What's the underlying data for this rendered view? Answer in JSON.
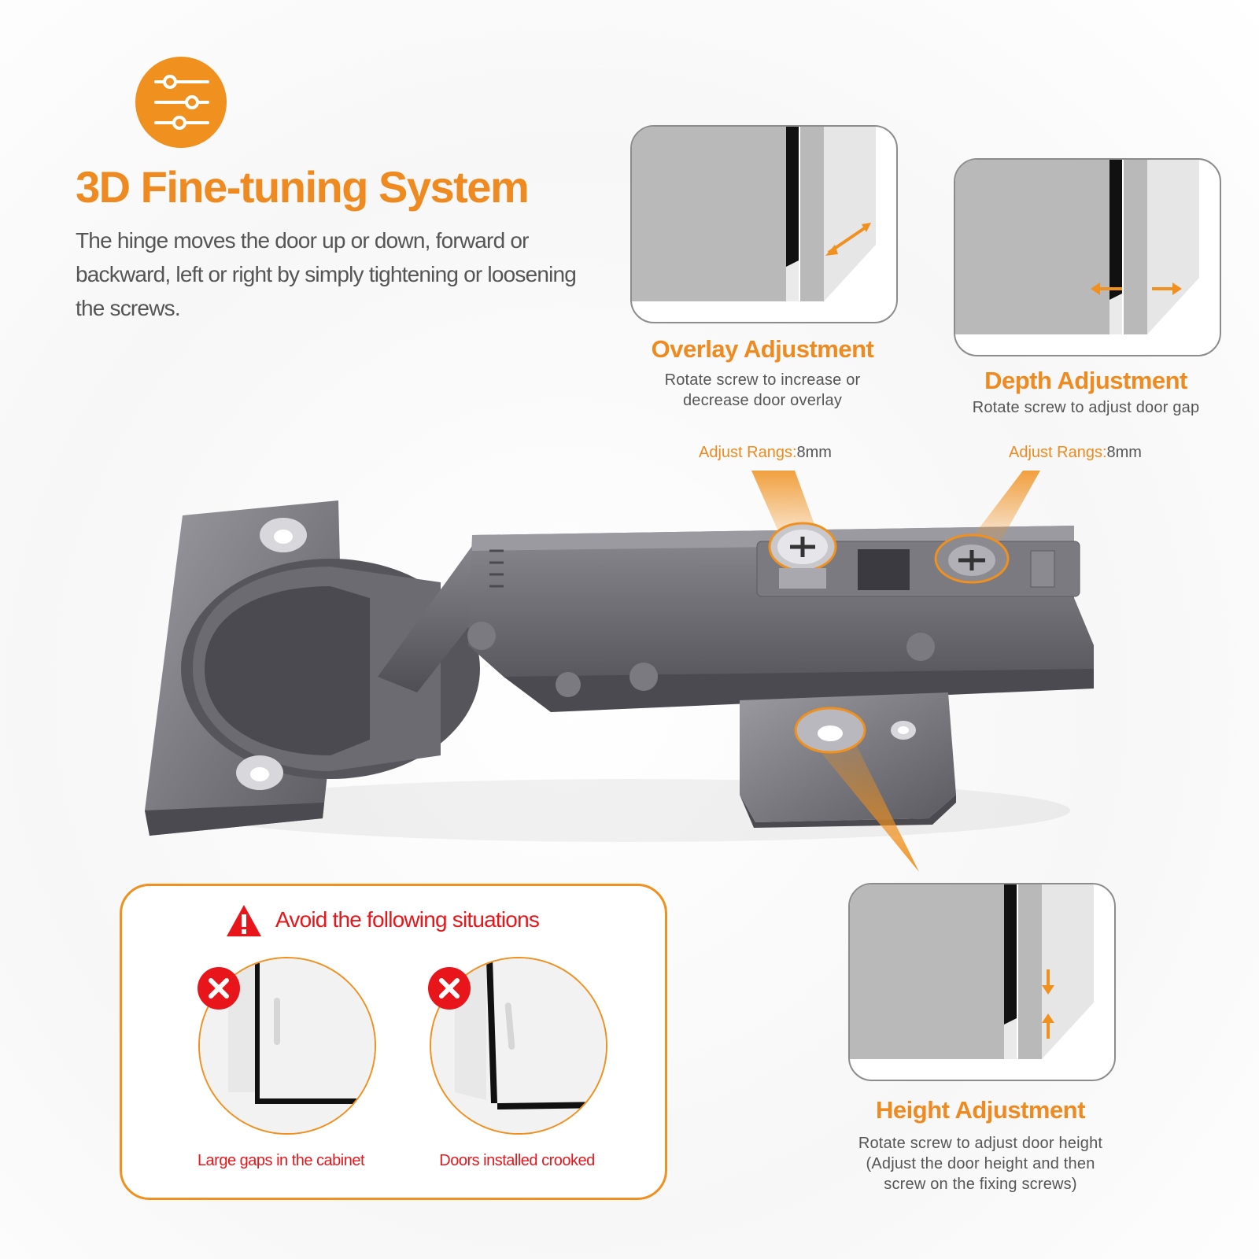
{
  "header": {
    "icon": "sliders-icon",
    "title": "3D Fine-tuning System",
    "description": "The hinge moves the door up or down, forward or backward, left or right by simply tightening or loosening the screws."
  },
  "cards": {
    "overlay": {
      "title": "Overlay Adjustment",
      "text": "Rotate screw to increase or decrease door overlay",
      "range_label": "Adjust Rangs:",
      "range_value": "8mm"
    },
    "depth": {
      "title": "Depth Adjustment",
      "text": "Rotate screw to adjust door gap",
      "range_label": "Adjust Rangs:",
      "range_value": "8mm"
    },
    "height": {
      "title": "Height Adjustment",
      "text_line1": "Rotate screw to adjust door height",
      "text_line2": "(Adjust the door height and then",
      "text_line3": "screw on the fixing screws)"
    }
  },
  "warning": {
    "icon": "warning-triangle-icon",
    "title": "Avoid the following situations",
    "items": [
      {
        "label": "Large gaps in the cabinet",
        "icon": "error-x-icon"
      },
      {
        "label": "Doors installed crooked",
        "icon": "error-x-icon"
      }
    ]
  },
  "colors": {
    "accent": "#ee8a1f",
    "warning": "#e8161b",
    "metal": "#6e6e74"
  }
}
